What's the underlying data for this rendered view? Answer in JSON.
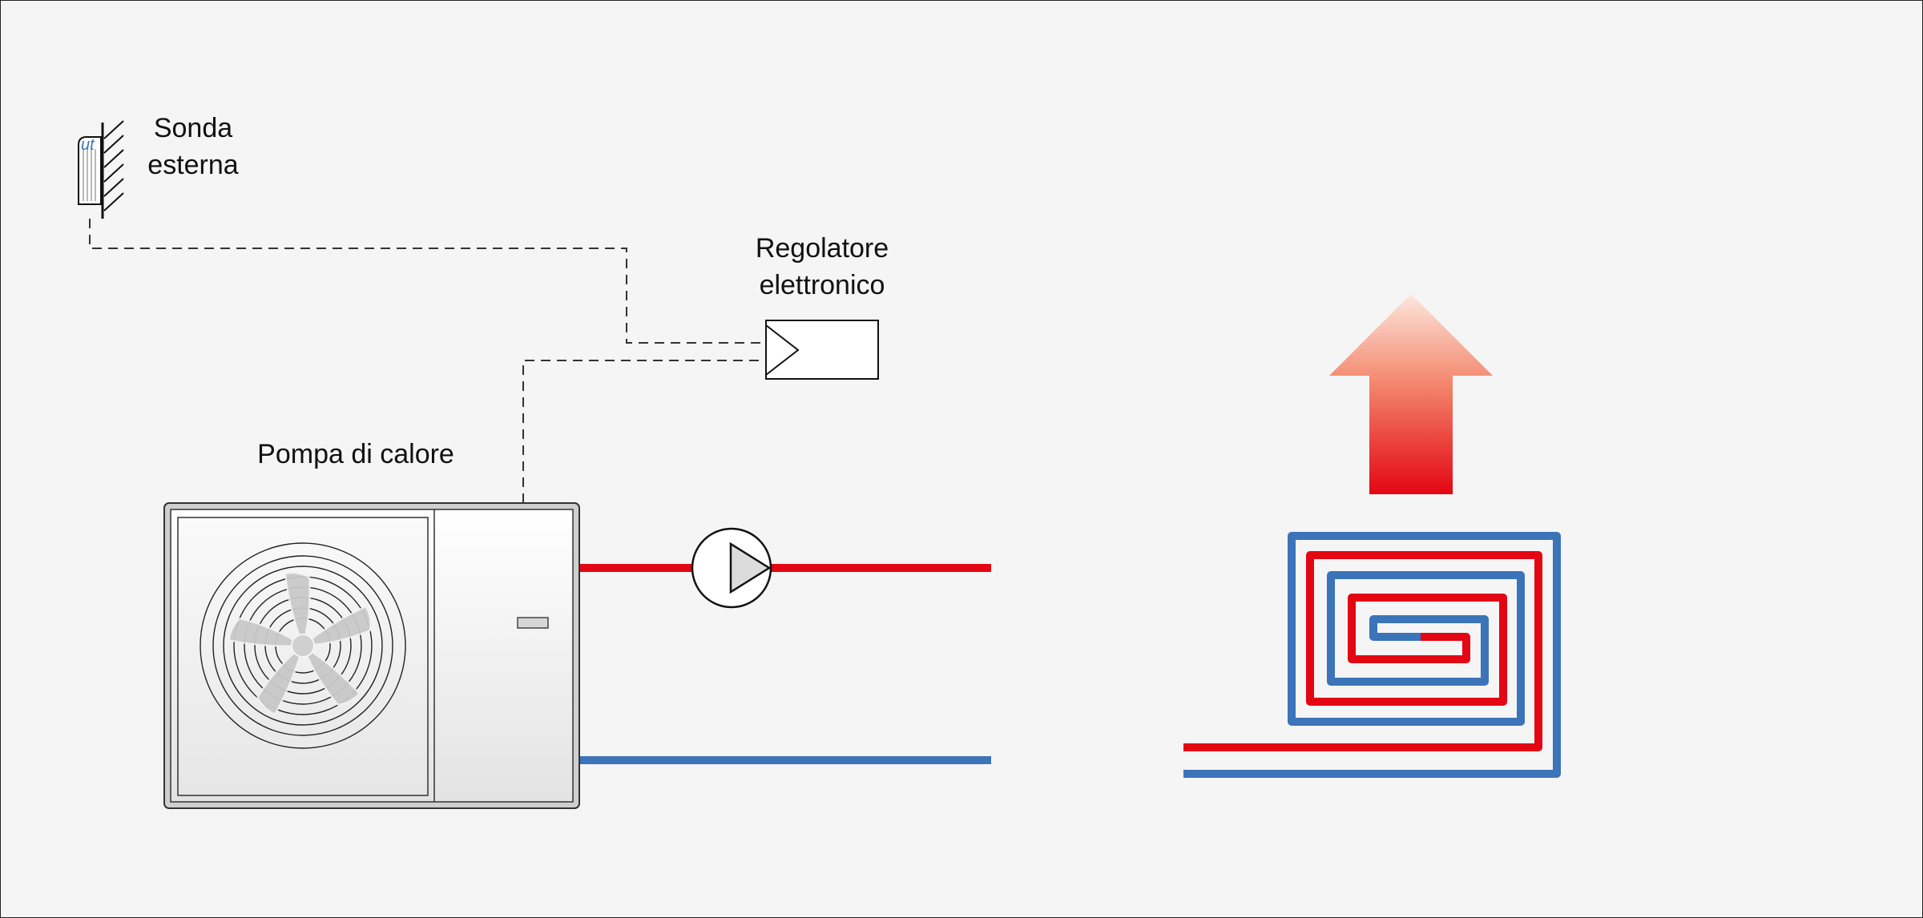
{
  "labels": {
    "sensor": [
      "Sonda",
      "esterna"
    ],
    "controller": [
      "Regolatore",
      "elettronico"
    ],
    "heat_pump": "Pompa di calore"
  },
  "colors": {
    "background": "#f5f5f5",
    "supply_pipe": "#e30613",
    "return_pipe": "#3b74b9",
    "heat_arrow_top": "#fde3d8",
    "heat_arrow_bottom": "#e30613",
    "outline": "#111111"
  },
  "icons": [
    "outdoor-sensor-icon",
    "controller-box-icon",
    "heat-pump-icon",
    "fan-icon",
    "circulation-pump-icon",
    "heat-arrow-icon",
    "floor-heating-coil-icon"
  ]
}
